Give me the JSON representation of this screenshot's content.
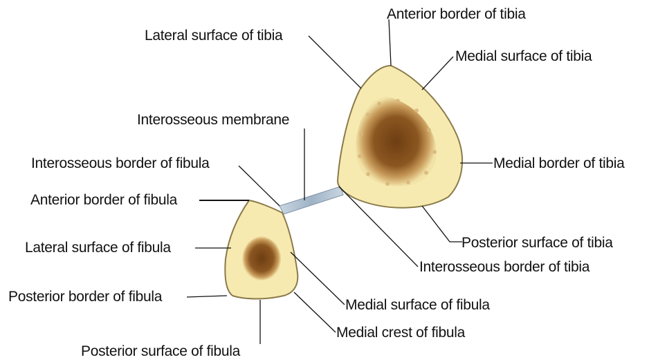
{
  "labels": {
    "anterior_border_tibia": "Anterior border of tibia",
    "lateral_surface_tibia": "Lateral surface of tibia",
    "medial_surface_tibia": "Medial surface of tibia",
    "interosseous_membrane": "Interosseous membrane",
    "medial_border_tibia": "Medial border of tibia",
    "interosseous_border_fibula": "Interosseous border of fibula",
    "anterior_border_fibula": "Anterior border of fibula",
    "posterior_surface_tibia": "Posterior surface of tibia",
    "lateral_surface_fibula": "Lateral surface of fibula",
    "interosseous_border_tibia": "Interosseous border of tibia",
    "posterior_border_fibula": "Posterior border of fibula",
    "medial_surface_fibula": "Medial surface of fibula",
    "medial_crest_fibula": "Medial crest of fibula",
    "posterior_surface_fibula": "Posterior surface of fibula"
  },
  "colors": {
    "bone_cortex": "#f7eab0",
    "bone_outline": "#8a7a4a",
    "marrow_dark": "#7a4a1a",
    "marrow_speckle": "#c9a062",
    "membrane": "#aebfcf",
    "leader_line": "#111111"
  }
}
